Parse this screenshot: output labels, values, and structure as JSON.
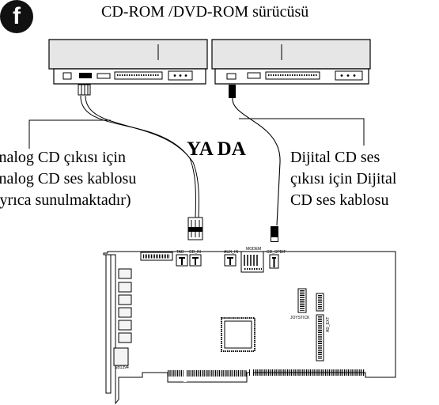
{
  "step_badge": "f",
  "title": "CD-ROM /DVD-ROM sürücüsü",
  "separator": "YA DA",
  "left_caption": {
    "lines": [
      "Analog CD çıkısı için",
      "Analog CD ses kablosu",
      "(ayrıca sunulmaktadır)"
    ]
  },
  "right_caption": {
    "lines": [
      "Dijital CD ses",
      "çıkısı için Dijital",
      "CD ses kablosu"
    ]
  },
  "board_labels": {
    "tad": "TAD",
    "cd_in": "CD_IN",
    "aux_in": "AUX_IN",
    "modem": "MODEM",
    "cd_spdif": "CD_SPDIF",
    "joystick": "JOYSTICK",
    "ad_ext": "AD_EXT",
    "sb1394": "SB1394"
  }
}
